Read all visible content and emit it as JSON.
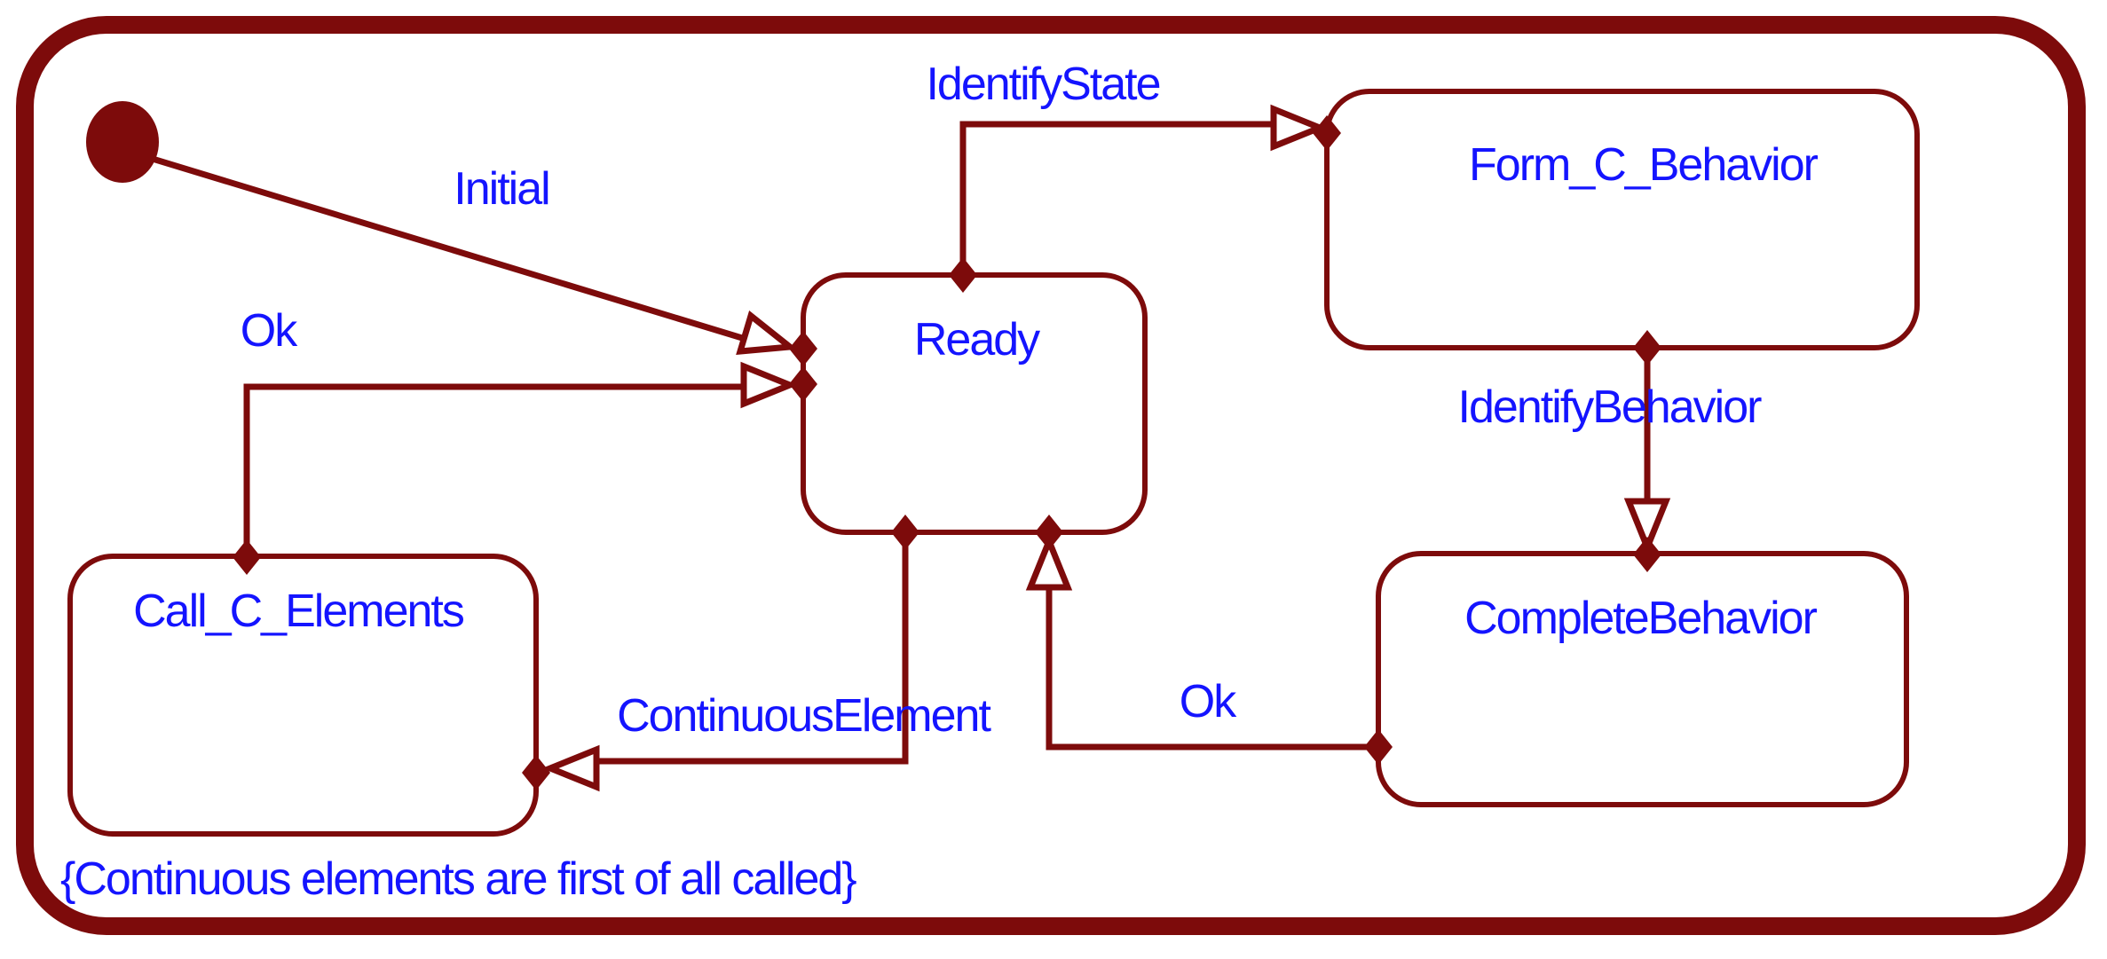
{
  "diagram": {
    "title": "State machine diagram",
    "colors": {
      "line": "#7d0b0b",
      "label_text": "#1414ff",
      "background": "#ffffff"
    },
    "states": {
      "initial": {
        "kind": "initial-pseudostate",
        "label": ""
      },
      "ready": {
        "label": "Ready"
      },
      "form_c_behavior": {
        "label": "Form_C_Behavior"
      },
      "complete_behavior": {
        "label": "CompleteBehavior"
      },
      "call_c_elements": {
        "label": "Call_C_Elements"
      }
    },
    "transitions": {
      "initial_to_ready": {
        "from": "initial",
        "to": "ready",
        "label": "Initial"
      },
      "ready_to_form_c_behavior": {
        "from": "ready",
        "to": "form_c_behavior",
        "label": "IdentifyState"
      },
      "form_c_behavior_to_complete_behavior": {
        "from": "form_c_behavior",
        "to": "complete_behavior",
        "label": "IdentifyBehavior"
      },
      "complete_behavior_to_ready": {
        "from": "complete_behavior",
        "to": "ready",
        "label": "Ok"
      },
      "ready_to_call_c_elements": {
        "from": "ready",
        "to": "call_c_elements",
        "label": "ContinuousElement"
      },
      "call_c_elements_to_ready": {
        "from": "call_c_elements",
        "to": "ready",
        "label": "Ok"
      }
    },
    "note": "{Continuous elements are first of all called}"
  }
}
